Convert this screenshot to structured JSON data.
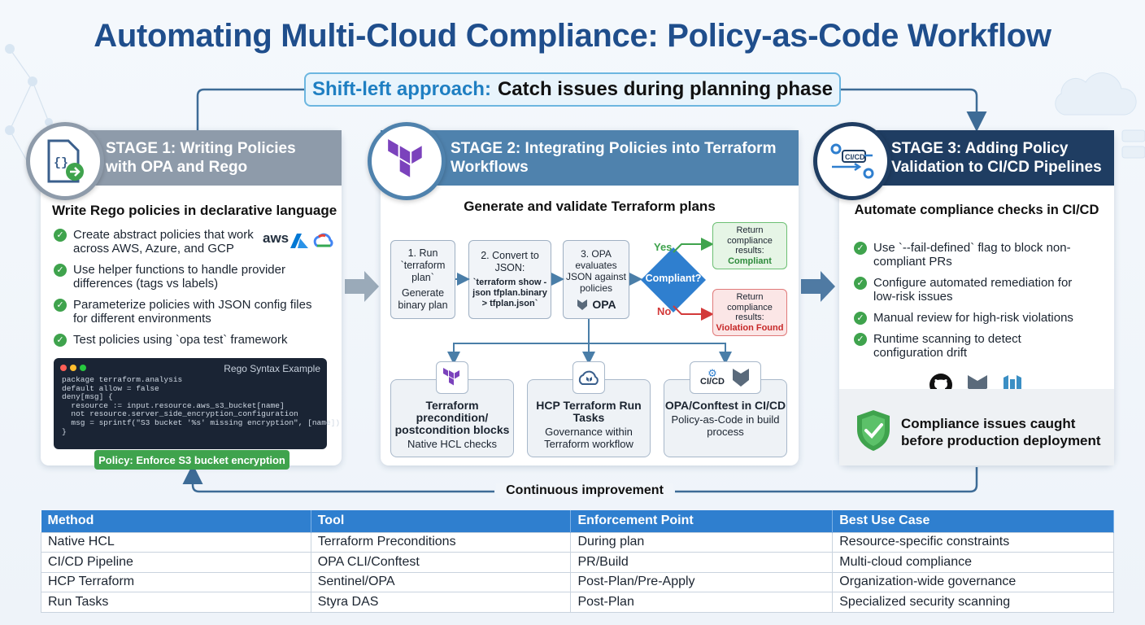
{
  "title": "Automating Multi-Cloud Compliance: Policy-as-Code Workflow",
  "shift_left": {
    "accent": "Shift-left approach:",
    "text": "Catch issues during planning phase"
  },
  "continuous_label": "Continuous improvement",
  "colors": {
    "stage1": "#8c99a8",
    "stage2": "#4a7ea8",
    "stage3": "#1e3b5f",
    "check": "#3fa34d",
    "table_header": "#2f7fcf",
    "title": "#1f4e8c"
  },
  "stage1": {
    "title": "STAGE 1: Writing Policies with OPA and Rego",
    "icon": "policy-document-icon",
    "subheading": "Write Rego policies in declarative language",
    "items": [
      "Create abstract policies that work across AWS, Azure, and GCP",
      "Use helper functions to handle provider differences (tags vs labels)",
      "Parameterize policies with JSON config files for different environments",
      "Test policies using `opa test` framework"
    ],
    "cloud_logos": [
      "aws",
      "azure-icon",
      "gcp-icon"
    ],
    "code_title": "Rego Syntax Example",
    "code_lines": [
      "package terraform.analysis",
      "default allow = false",
      "deny[msg] {",
      "  resource := input.resource.aws_s3_bucket[name]",
      "  not resource.server_side_encryption_configuration",
      "  msg = sprintf(\"S3 bucket '%s' missing encryption\", [name])",
      "}"
    ],
    "badge": "Policy: Enforce S3 bucket encryption"
  },
  "stage2": {
    "title": "STAGE 2: Integrating Policies into Terraform Workflows",
    "icon": "terraform-logo-icon",
    "subheading": "Generate and validate Terraform plans",
    "steps": [
      {
        "title": "1. Run `terraform plan`",
        "body": "Generate binary plan"
      },
      {
        "title": "2. Convert to JSON:",
        "body": "`terraform show -json tfplan.binary > tfplan.json`"
      },
      {
        "title": "3. OPA evaluates JSON against policies",
        "body": "OPA"
      }
    ],
    "decision": "Compliant?",
    "yes_label": "Yes",
    "no_label": "No",
    "yes_result": {
      "text": "Return compliance results:",
      "status": "Compliant"
    },
    "no_result": {
      "text": "Return compliance results:",
      "status": "Violation Found"
    },
    "cards": [
      {
        "title": "Terraform precondition/ postcondition blocks",
        "body": "Native HCL checks",
        "icon": "terraform-logo-icon"
      },
      {
        "title": "HCP Terraform Run Tasks",
        "body": "Governance within Terraform workflow",
        "icon": "cloud-terraform-icon"
      },
      {
        "title": "OPA/Conftest in CI/CD",
        "body": "Policy-as-Code in build process",
        "icon": "cicd-opa-icon",
        "badge": "CI/CD"
      }
    ]
  },
  "stage3": {
    "title": "STAGE 3: Adding Policy Validation to CI/CD Pipelines",
    "icon": "cicd-gears-icon",
    "icon_label": "CI/CD",
    "subheading": "Automate compliance checks in CI/CD",
    "items": [
      "Use `--fail-defined` flag to block non-compliant PRs",
      "Configure automated remediation for low-risk issues",
      "Manual review for high-risk violations",
      "Runtime scanning to detect configuration drift"
    ],
    "tool_icons": [
      "github-icon",
      "opa-icon",
      "conftest-icon"
    ],
    "footer": "Compliance issues caught before production deployment"
  },
  "table": {
    "headers": [
      "Method",
      "Tool",
      "Enforcement Point",
      "Best Use Case"
    ],
    "rows": [
      [
        "Native HCL",
        "Terraform Preconditions",
        "During plan",
        "Resource-specific constraints"
      ],
      [
        "CI/CD Pipeline",
        "OPA CLI/Conftest",
        "PR/Build",
        "Multi-cloud compliance"
      ],
      [
        "HCP Terraform",
        "Sentinel/OPA",
        "Post-Plan/Pre-Apply",
        "Organization-wide governance"
      ],
      [
        "Run Tasks",
        "Styra DAS",
        "Post-Plan",
        "Specialized security scanning"
      ]
    ]
  }
}
